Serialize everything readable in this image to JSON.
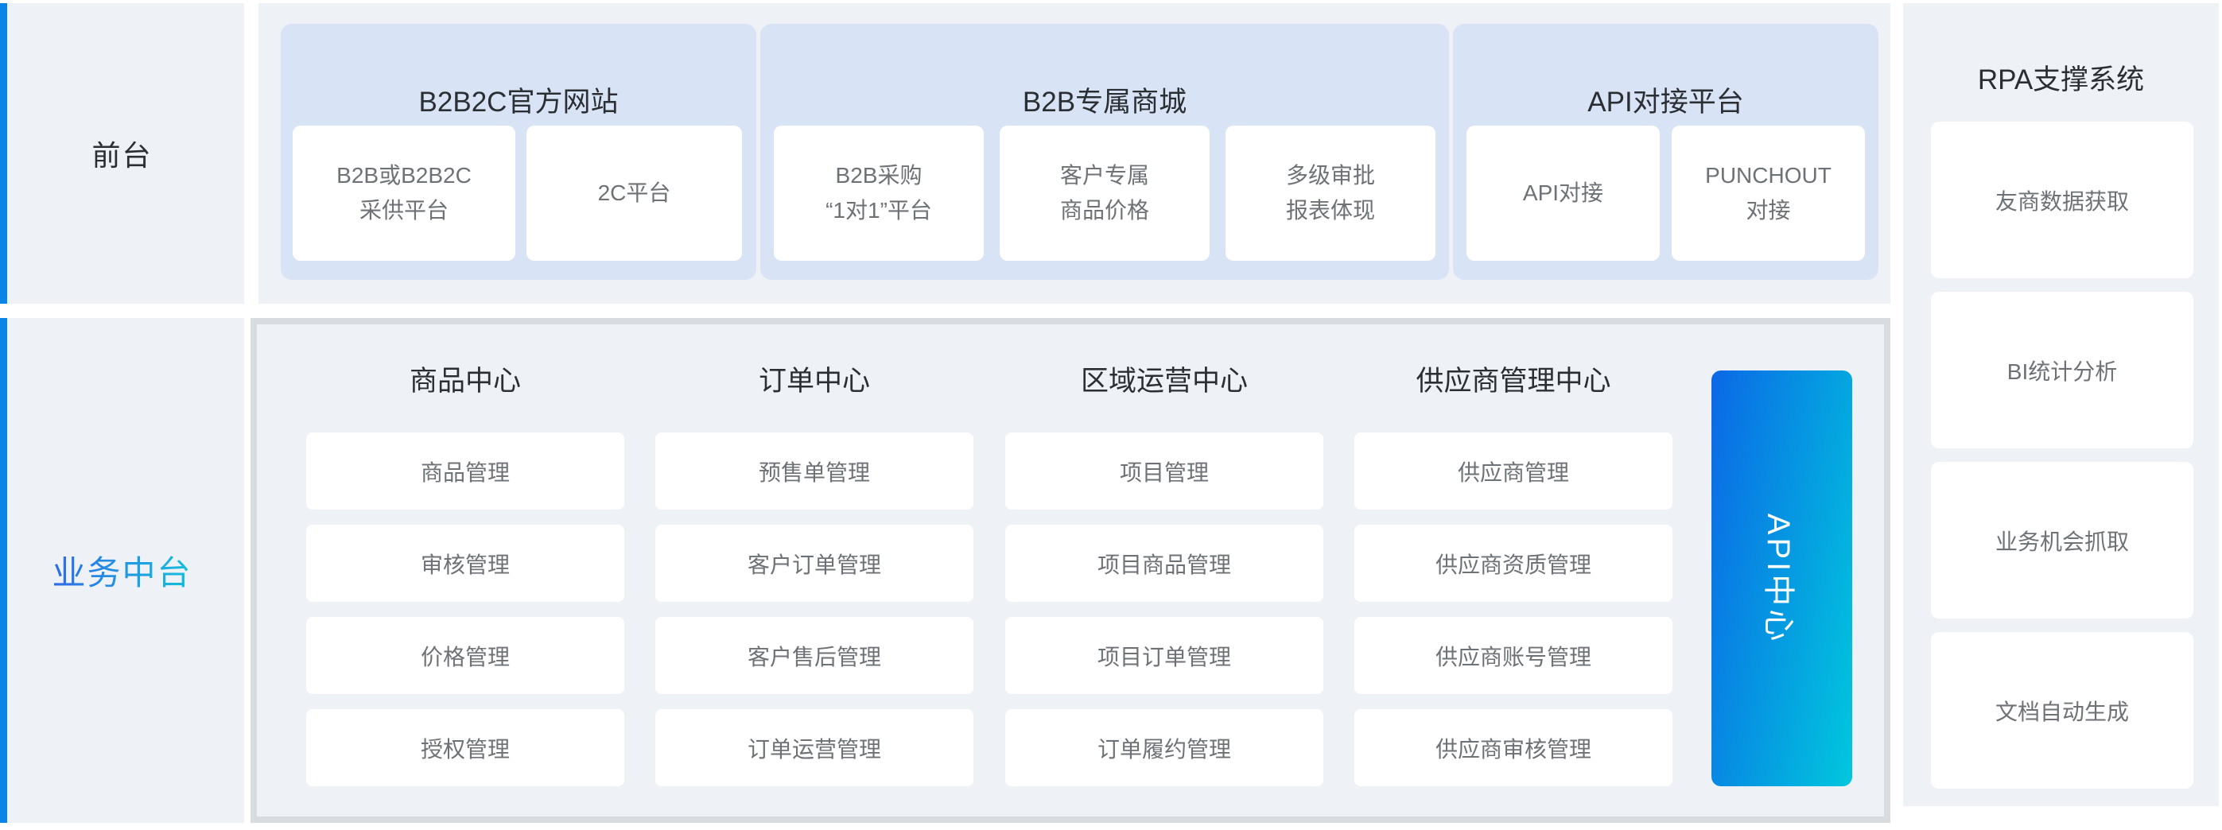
{
  "palette": {
    "page_bg": "#ffffff",
    "band_bg": "#eef1f6",
    "panel_bg": "#d9e3f6",
    "card_bg": "#ffffff",
    "container_border": "#d8dbe0",
    "accent_bar": "#0a84e8",
    "title_text": "#2b2e33",
    "card_text": "#6e7175",
    "middle_label_gradient": [
      "#2d6ae9",
      "#15c0da"
    ],
    "api_bar_gradient": [
      "#0b68e6",
      "#01c7dd"
    ]
  },
  "sidebar": {
    "front_label": "前台",
    "middle_label": "业务中台"
  },
  "front_stage": {
    "panels": [
      {
        "title": "B2B2C官方网站",
        "cards": [
          "B2B或B2B2C\n采供平台",
          "2C平台"
        ]
      },
      {
        "title": "B2B专属商城",
        "cards": [
          "B2B采购\n“1对1”平台",
          "客户专属\n商品价格",
          "多级审批\n报表体现"
        ]
      },
      {
        "title": "API对接平台",
        "cards": [
          "API对接",
          "PUNCHOUT\n对接"
        ]
      }
    ]
  },
  "middle_stage": {
    "columns": [
      {
        "title": "商品中心",
        "cards": [
          "商品管理",
          "审核管理",
          "价格管理",
          "授权管理"
        ]
      },
      {
        "title": "订单中心",
        "cards": [
          "预售单管理",
          "客户订单管理",
          "客户售后管理",
          "订单运营管理"
        ]
      },
      {
        "title": "区域运营中心",
        "cards": [
          "项目管理",
          "项目商品管理",
          "项目订单管理",
          "订单履约管理"
        ]
      },
      {
        "title": "供应商管理中心",
        "cards": [
          "供应商管理",
          "供应商资质管理",
          "供应商账号管理",
          "供应商审核管理"
        ]
      }
    ],
    "api_bar_label": "API中心"
  },
  "rpa_panel": {
    "title": "RPA支撑系统",
    "cards": [
      "友商数据获取",
      "BI统计分析",
      "业务机会抓取",
      "文档自动生成"
    ]
  }
}
